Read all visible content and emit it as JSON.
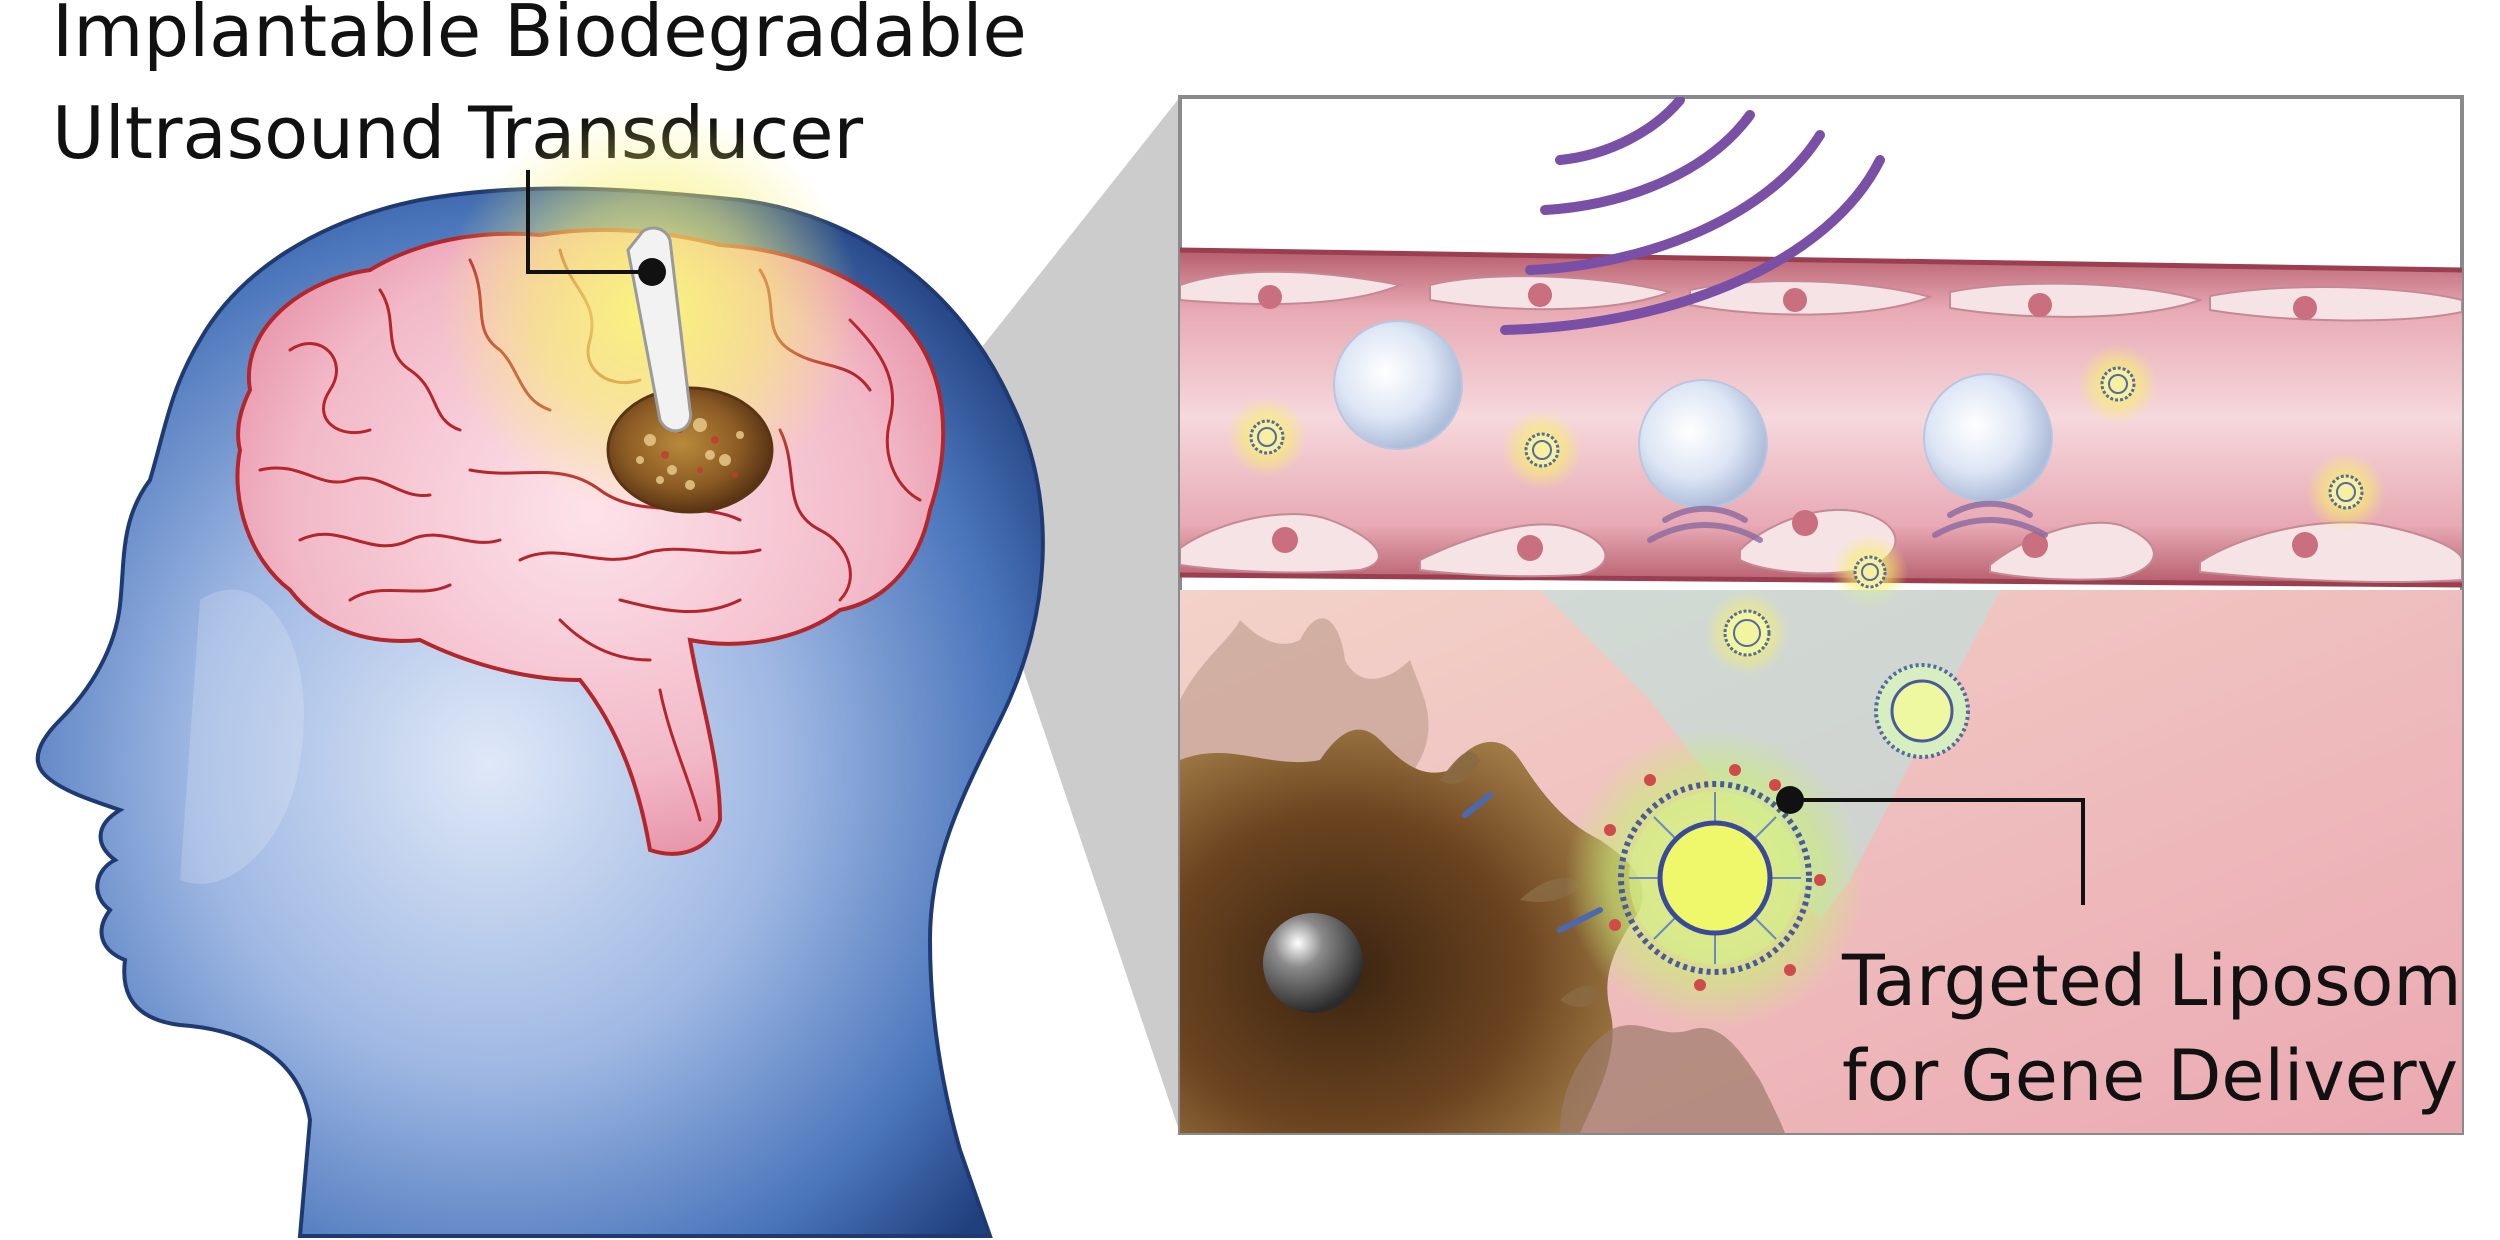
{
  "labels": {
    "transducer_line1": "Implantable Biodegradable",
    "transducer_line2": "Ultrasound Transducer",
    "liposome_line1": "Targeted Liposome",
    "liposome_line2": "for Gene Delivery"
  },
  "colors": {
    "head_blue": "#3f6fb8",
    "brain_pink": "#f2b9c8",
    "brain_outline": "#b3262c",
    "vessel_pink": "#d9909c",
    "ultrasound_wave": "#7a4fa6",
    "glow_yellow": "#f7f06a",
    "tumor_brown": "#7a4a22",
    "tissue_pink": "#f0c4bf"
  },
  "icons": [
    "head-silhouette",
    "brain",
    "transducer-implant",
    "tumor",
    "ultrasound-wave-icon",
    "microbubble",
    "liposome",
    "tumor-cell",
    "endothelial-cell"
  ]
}
